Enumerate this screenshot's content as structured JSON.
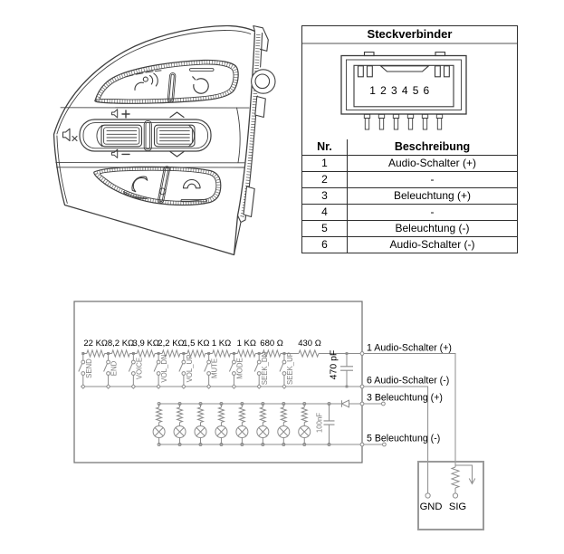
{
  "colors": {
    "wheel_line": "#3d3d3d",
    "schematic_line": "#8c8c8c",
    "schematic_box": "#6e6e6e",
    "controller_box": "#9a9a9a",
    "text": "#000000",
    "small_label": "#7a7a7a",
    "table_border": "#2e2e2e",
    "header_rule": "#a9a9a9"
  },
  "wheel_icons": {
    "volume_plus": "+",
    "volume_minus": "-",
    "mute_icon": "muted-speaker",
    "voice_icon": "voice-recognition",
    "mode_icon": "mode-circle",
    "call_icon": "phone-pickup",
    "end_call_icon": "phone-hangup",
    "seek_up_icon": "chevron-up",
    "seek_down_icon": "chevron-down"
  },
  "connector_panel": {
    "title": "Steckverbinder",
    "pin_numbers": [
      "1",
      "2",
      "3",
      "4",
      "5",
      "6"
    ],
    "table": {
      "header_nr": "Nr.",
      "header_desc": "Beschreibung",
      "rows": [
        {
          "nr": "1",
          "desc": "Audio-Schalter (+)"
        },
        {
          "nr": "2",
          "desc": "-"
        },
        {
          "nr": "3",
          "desc": "Beleuchtung (+)"
        },
        {
          "nr": "4",
          "desc": "-"
        },
        {
          "nr": "5",
          "desc": "Beleuchtung (-)"
        },
        {
          "nr": "6",
          "desc": "Audio-Schalter (-)"
        }
      ]
    }
  },
  "schematic": {
    "resistor_values": [
      "22 KΩ",
      "8,2 KΩ",
      "3,9 KΩ",
      "2,2 KΩ",
      "1,5 KΩ",
      "1 KΩ",
      "1 KΩ",
      "680 Ω",
      "430 Ω"
    ],
    "switch_labels": [
      "SEND",
      "END",
      "VOICE",
      "VOL_DN",
      "VOL_UP",
      "MUTE",
      "MODE",
      "SEEK_DN",
      "SEEK_UP"
    ],
    "capacitor_audio": "470 pF",
    "capacitor_illum": "100nF",
    "lamp_count": 8,
    "terminals": [
      {
        "label": "1 Audio-Schalter (+)"
      },
      {
        "label": "6 Audio-Schalter (-)"
      },
      {
        "label": "3 Beleuchtung (+)"
      },
      {
        "label": "5 Beleuchtung (-)"
      }
    ],
    "controller": {
      "gnd": "GND",
      "sig": "SIG"
    }
  }
}
